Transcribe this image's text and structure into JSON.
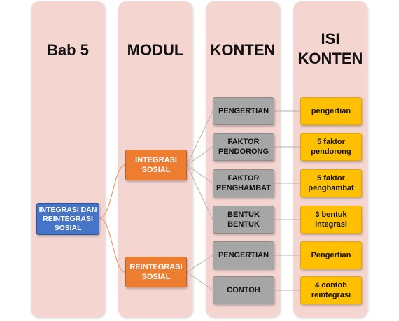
{
  "headers": {
    "bab": "Bab 5",
    "modul": "MODUL",
    "konten": "KONTEN",
    "isi": "ISI\nKONTEN"
  },
  "root": {
    "label": "INTEGRASI DAN\nREINTEGRASI\nSOSIAL"
  },
  "modules": [
    {
      "label": "INTEGRASI\nSOSIAL"
    },
    {
      "label": "REINTEGRASI\nSOSIAL"
    }
  ],
  "contents": [
    {
      "label": "PENGERTIAN"
    },
    {
      "label": "FAKTOR\nPENDORONG"
    },
    {
      "label": "FAKTOR\nPENGHAMBAT"
    },
    {
      "label": "BENTUK\nBENTUK"
    },
    {
      "label": "PENGERTIAN"
    },
    {
      "label": "CONTOH"
    }
  ],
  "details": [
    {
      "label": "pengertian"
    },
    {
      "label": "5 faktor\npendorong"
    },
    {
      "label": "5 faktor\npenghambat"
    },
    {
      "label": "3 bentuk\nintegrasi"
    },
    {
      "label": "Pengertian"
    },
    {
      "label": "4 contoh\nreintegrasi"
    }
  ],
  "colors": {
    "column_bg": "#f5d5d0",
    "root": "#4674c7",
    "module": "#ed7d31",
    "content": "#a6a6a6",
    "detail": "#ffc000",
    "connector": "#e89a74",
    "connector_gray": "#b3b3b3"
  }
}
